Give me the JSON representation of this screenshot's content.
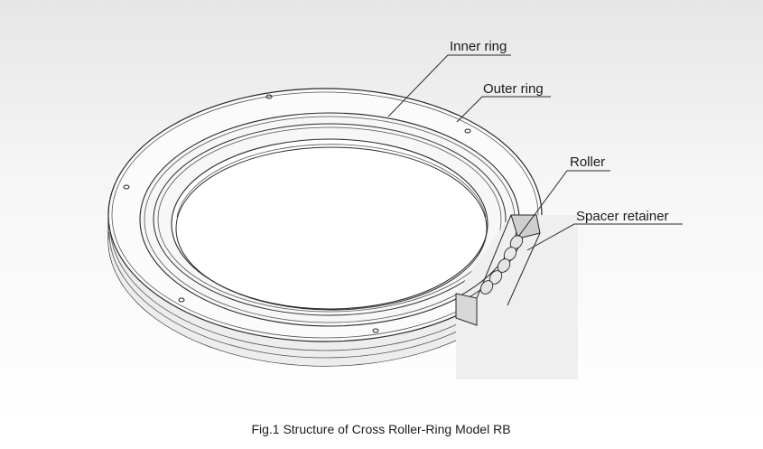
{
  "figure": {
    "labels": {
      "inner_ring": "Inner ring",
      "outer_ring": "Outer ring",
      "roller": "Roller",
      "spacer_retainer": "Spacer retainer"
    },
    "caption": "Fig.1 Structure of Cross Roller-Ring Model RB"
  }
}
